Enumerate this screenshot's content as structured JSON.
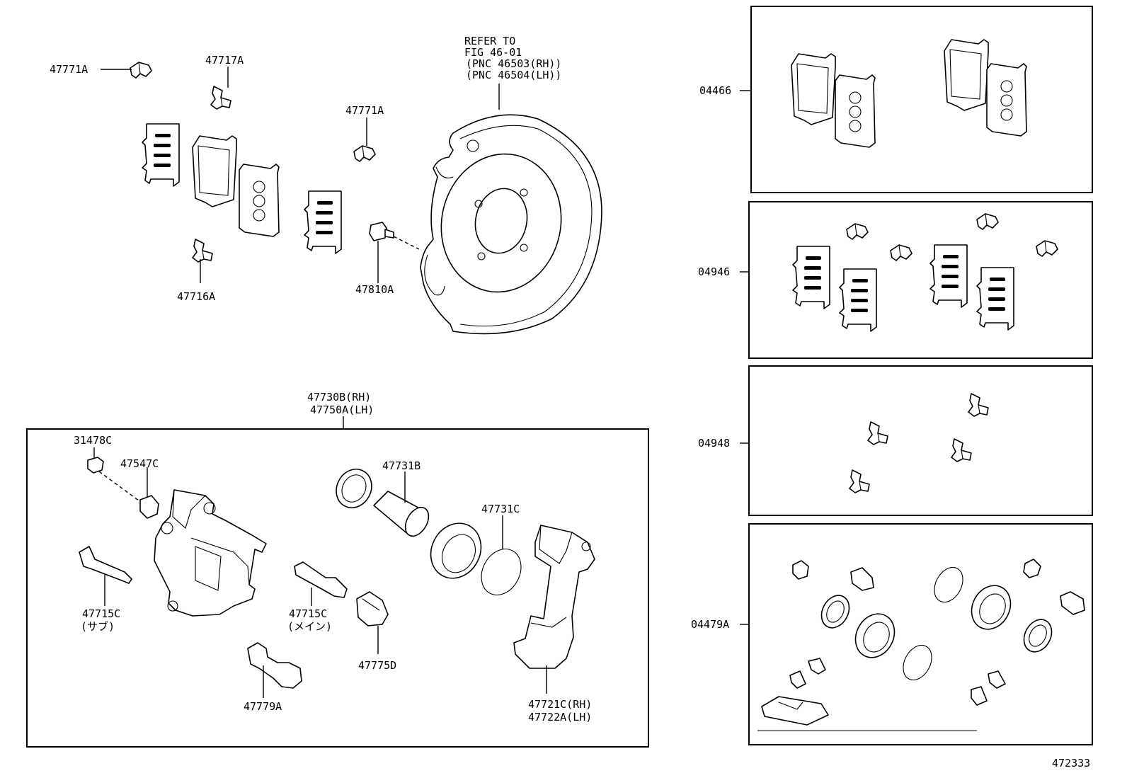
{
  "labels": {
    "p47771a_top": "47771A",
    "p47717a": "47717A",
    "p47771a_mid": "47771A",
    "p47716a": "47716A",
    "p47810a": "47810A",
    "refer_1": "REFER TO",
    "refer_2": "FIG 46-01",
    "refer_3": "(PNC 46503(RH))",
    "refer_4": "(PNC 46504(LH))",
    "caliper_rh": "47730B(RH)",
    "caliper_lh": "47750A(LH)",
    "p31478c": "31478C",
    "p47547c": "47547C",
    "p47731b": "47731B",
    "p47731c": "47731C",
    "p47715c_sub": "47715C",
    "p47715c_sub_note": "(サブ)",
    "p47715c_main": "47715C",
    "p47715c_main_note": "(メイン)",
    "p47775d": "47775D",
    "p47779a": "47779A",
    "mount_rh": "47721C(RH)",
    "mount_lh": "47722A(LH)",
    "kit_04466": "04466",
    "kit_04946": "04946",
    "kit_04948": "04948",
    "kit_04479a": "04479A",
    "figure_no": "472333"
  }
}
